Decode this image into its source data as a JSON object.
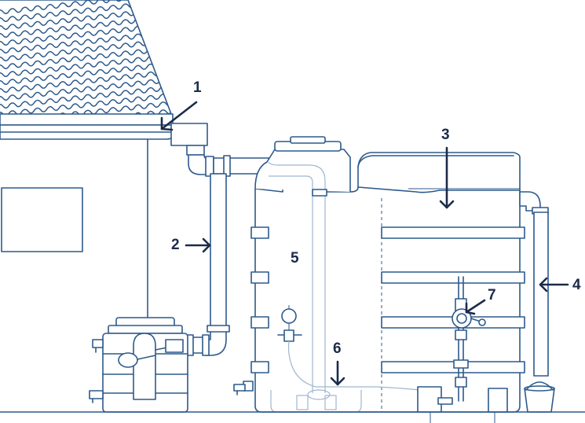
{
  "callouts": [
    {
      "id": "1",
      "label": "1"
    },
    {
      "id": "2",
      "label": "2"
    },
    {
      "id": "3",
      "label": "3"
    },
    {
      "id": "4",
      "label": "4"
    },
    {
      "id": "5",
      "label": "5"
    },
    {
      "id": "6",
      "label": "6"
    },
    {
      "id": "7",
      "label": "7"
    }
  ],
  "colors": {
    "line": "#2d5a8c",
    "label": "#1c2b4a",
    "background": "#ffffff"
  }
}
